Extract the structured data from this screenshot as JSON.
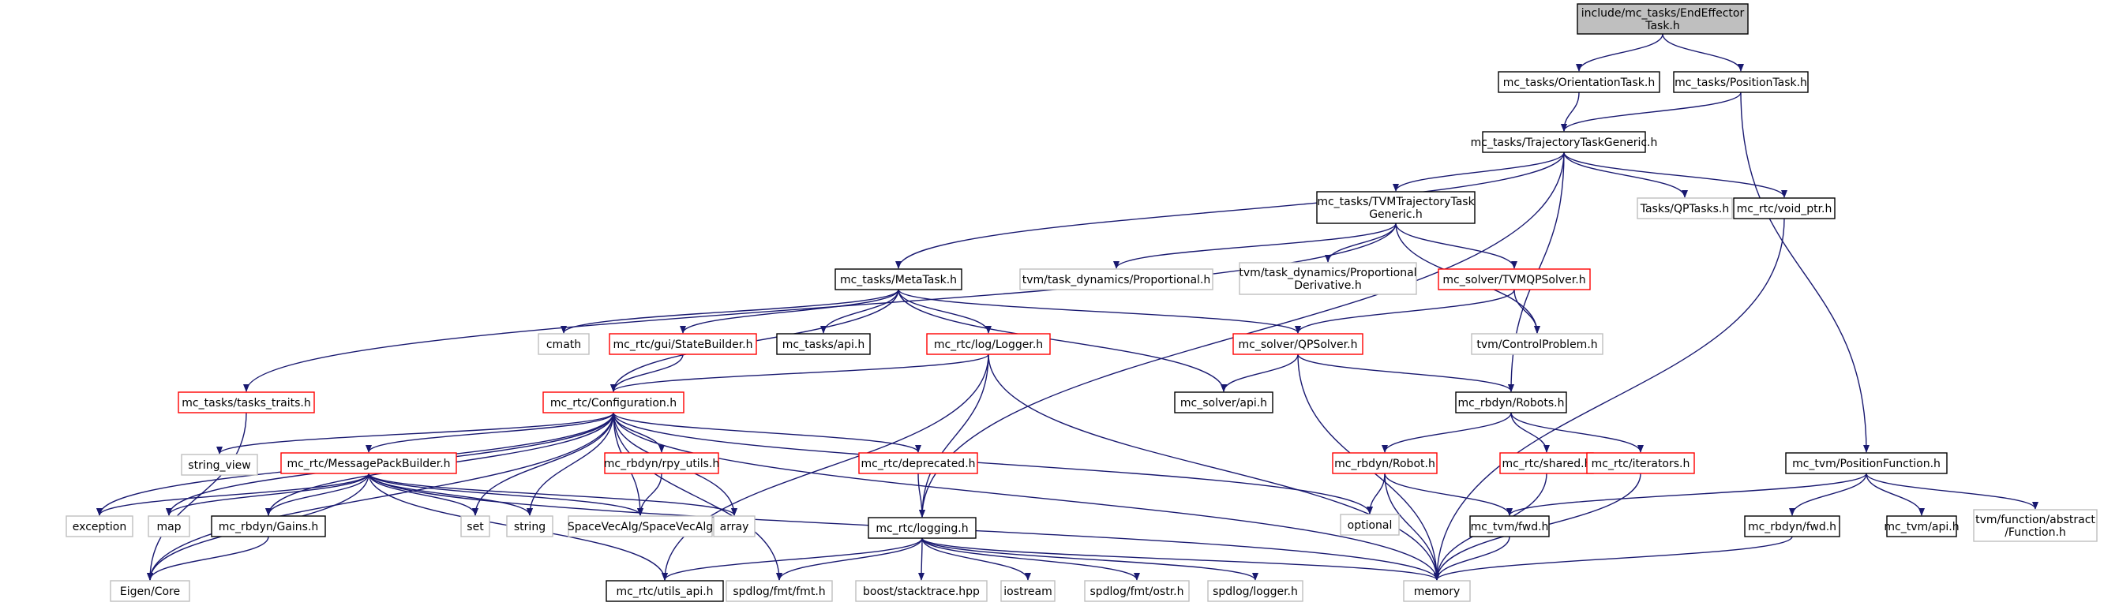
{
  "colors": {
    "edge": "#191970",
    "root_fill": "#bfbfbf",
    "root_border": "#000000",
    "documented_border": "#000000",
    "undocumented_border": "#ff0000",
    "external_border": "#bfbfbf",
    "node_fill": "#ffffff",
    "text": "#000000"
  },
  "nodes": [
    {
      "id": "root",
      "lines": [
        "include/mc_tasks/EndEffector",
        "Task.h"
      ],
      "kind": "root"
    },
    {
      "id": "orient",
      "lines": [
        "mc_tasks/OrientationTask.h"
      ],
      "kind": "doc"
    },
    {
      "id": "pos",
      "lines": [
        "mc_tasks/PositionTask.h"
      ],
      "kind": "doc"
    },
    {
      "id": "traj",
      "lines": [
        "mc_tasks/TrajectoryTaskGeneric.h"
      ],
      "kind": "doc"
    },
    {
      "id": "tvmtraj",
      "lines": [
        "mc_tasks/TVMTrajectoryTask",
        "Generic.h"
      ],
      "kind": "doc"
    },
    {
      "id": "qptasks",
      "lines": [
        "Tasks/QPTasks.h"
      ],
      "kind": "ext"
    },
    {
      "id": "voidptr",
      "lines": [
        "mc_rtc/void_ptr.h"
      ],
      "kind": "doc"
    },
    {
      "id": "metatask",
      "lines": [
        "mc_tasks/MetaTask.h"
      ],
      "kind": "doc"
    },
    {
      "id": "tvmprop",
      "lines": [
        "tvm/task_dynamics/Proportional.h"
      ],
      "kind": "ext"
    },
    {
      "id": "tvmpd",
      "lines": [
        "tvm/task_dynamics/Proportional",
        "Derivative.h"
      ],
      "kind": "ext"
    },
    {
      "id": "tvmqp",
      "lines": [
        "mc_solver/TVMQPSolver.h"
      ],
      "kind": "red"
    },
    {
      "id": "cmath",
      "lines": [
        "cmath"
      ],
      "kind": "ext"
    },
    {
      "id": "statebuilder",
      "lines": [
        "mc_rtc/gui/StateBuilder.h"
      ],
      "kind": "red"
    },
    {
      "id": "tasksapi",
      "lines": [
        "mc_tasks/api.h"
      ],
      "kind": "doc"
    },
    {
      "id": "logger",
      "lines": [
        "mc_rtc/log/Logger.h"
      ],
      "kind": "red"
    },
    {
      "id": "qpsolver",
      "lines": [
        "mc_solver/QPSolver.h"
      ],
      "kind": "red"
    },
    {
      "id": "controlproblem",
      "lines": [
        "tvm/ControlProblem.h"
      ],
      "kind": "ext"
    },
    {
      "id": "taskstraits",
      "lines": [
        "mc_tasks/tasks_traits.h"
      ],
      "kind": "red"
    },
    {
      "id": "config",
      "lines": [
        "mc_rtc/Configuration.h"
      ],
      "kind": "red"
    },
    {
      "id": "solverapi",
      "lines": [
        "mc_solver/api.h"
      ],
      "kind": "doc"
    },
    {
      "id": "robots",
      "lines": [
        "mc_rbdyn/Robots.h"
      ],
      "kind": "doc"
    },
    {
      "id": "stringview",
      "lines": [
        "string_view"
      ],
      "kind": "ext"
    },
    {
      "id": "msgpack",
      "lines": [
        "mc_rtc/MessagePackBuilder.h"
      ],
      "kind": "red"
    },
    {
      "id": "rpyutils",
      "lines": [
        "mc_rbdyn/rpy_utils.h"
      ],
      "kind": "red"
    },
    {
      "id": "deprecated",
      "lines": [
        "mc_rtc/deprecated.h"
      ],
      "kind": "red"
    },
    {
      "id": "robot",
      "lines": [
        "mc_rbdyn/Robot.h"
      ],
      "kind": "red"
    },
    {
      "id": "shared",
      "lines": [
        "mc_rtc/shared.h"
      ],
      "kind": "red"
    },
    {
      "id": "iterators",
      "lines": [
        "mc_rtc/iterators.h"
      ],
      "kind": "red"
    },
    {
      "id": "tvmposfunc",
      "lines": [
        "mc_tvm/PositionFunction.h"
      ],
      "kind": "doc"
    },
    {
      "id": "exception",
      "lines": [
        "exception"
      ],
      "kind": "ext"
    },
    {
      "id": "map",
      "lines": [
        "map"
      ],
      "kind": "ext"
    },
    {
      "id": "gains",
      "lines": [
        "mc_rbdyn/Gains.h"
      ],
      "kind": "doc"
    },
    {
      "id": "set",
      "lines": [
        "set"
      ],
      "kind": "ext"
    },
    {
      "id": "string",
      "lines": [
        "string"
      ],
      "kind": "ext"
    },
    {
      "id": "svva",
      "lines": [
        "SpaceVecAlg/SpaceVecAlg"
      ],
      "kind": "ext"
    },
    {
      "id": "array",
      "lines": [
        "array"
      ],
      "kind": "ext"
    },
    {
      "id": "logging",
      "lines": [
        "mc_rtc/logging.h"
      ],
      "kind": "doc"
    },
    {
      "id": "optional",
      "lines": [
        "optional"
      ],
      "kind": "ext"
    },
    {
      "id": "tvmfwd",
      "lines": [
        "mc_tvm/fwd.h"
      ],
      "kind": "doc"
    },
    {
      "id": "rbdynfwd",
      "lines": [
        "mc_rbdyn/fwd.h"
      ],
      "kind": "doc"
    },
    {
      "id": "tvmapi",
      "lines": [
        "mc_tvm/api.h"
      ],
      "kind": "doc"
    },
    {
      "id": "tvmabsfunc",
      "lines": [
        "tvm/function/abstract",
        "/Function.h"
      ],
      "kind": "ext"
    },
    {
      "id": "eigen",
      "lines": [
        "Eigen/Core"
      ],
      "kind": "ext"
    },
    {
      "id": "utilsapi",
      "lines": [
        "mc_rtc/utils_api.h"
      ],
      "kind": "doc"
    },
    {
      "id": "fmt",
      "lines": [
        "spdlog/fmt/fmt.h"
      ],
      "kind": "ext"
    },
    {
      "id": "stacktrace",
      "lines": [
        "boost/stacktrace.hpp"
      ],
      "kind": "ext"
    },
    {
      "id": "iostream",
      "lines": [
        "iostream"
      ],
      "kind": "ext"
    },
    {
      "id": "ostr",
      "lines": [
        "spdlog/fmt/ostr.h"
      ],
      "kind": "ext"
    },
    {
      "id": "spdlogger",
      "lines": [
        "spdlog/logger.h"
      ],
      "kind": "ext"
    },
    {
      "id": "memory",
      "lines": [
        "memory"
      ],
      "kind": "ext"
    }
  ],
  "edges": [
    [
      "root",
      "orient"
    ],
    [
      "root",
      "pos"
    ],
    [
      "orient",
      "traj"
    ],
    [
      "pos",
      "traj"
    ],
    [
      "pos",
      "tvmposfunc"
    ],
    [
      "traj",
      "tvmtraj"
    ],
    [
      "traj",
      "qptasks"
    ],
    [
      "traj",
      "voidptr"
    ],
    [
      "traj",
      "metatask"
    ],
    [
      "traj",
      "robots"
    ],
    [
      "traj",
      "logging"
    ],
    [
      "tvmtraj",
      "taskstraits"
    ],
    [
      "tvmtraj",
      "tvmprop"
    ],
    [
      "tvmtraj",
      "tvmpd"
    ],
    [
      "tvmtraj",
      "tvmqp"
    ],
    [
      "tvmtraj",
      "controlproblem"
    ],
    [
      "voidptr",
      "memory"
    ],
    [
      "metatask",
      "cmath"
    ],
    [
      "metatask",
      "statebuilder"
    ],
    [
      "metatask",
      "tasksapi"
    ],
    [
      "metatask",
      "logger"
    ],
    [
      "metatask",
      "qpsolver"
    ],
    [
      "metatask",
      "solverapi"
    ],
    [
      "metatask",
      "config"
    ],
    [
      "tvmqp",
      "qpsolver"
    ],
    [
      "tvmqp",
      "controlproblem"
    ],
    [
      "statebuilder",
      "config"
    ],
    [
      "logger",
      "config"
    ],
    [
      "logger",
      "logging"
    ],
    [
      "logger",
      "utilsapi"
    ],
    [
      "logger",
      "memory"
    ],
    [
      "qpsolver",
      "solverapi"
    ],
    [
      "qpsolver",
      "robots"
    ],
    [
      "qpsolver",
      "memory"
    ],
    [
      "taskstraits",
      "eigen"
    ],
    [
      "config",
      "stringview"
    ],
    [
      "config",
      "msgpack"
    ],
    [
      "config",
      "rpyutils"
    ],
    [
      "config",
      "deprecated"
    ],
    [
      "config",
      "exception"
    ],
    [
      "config",
      "map"
    ],
    [
      "config",
      "gains"
    ],
    [
      "config",
      "set"
    ],
    [
      "config",
      "string"
    ],
    [
      "config",
      "svva"
    ],
    [
      "config",
      "array"
    ],
    [
      "config",
      "optional"
    ],
    [
      "config",
      "memory"
    ],
    [
      "config",
      "eigen"
    ],
    [
      "config",
      "fmt"
    ],
    [
      "robots",
      "robot"
    ],
    [
      "robots",
      "shared"
    ],
    [
      "robots",
      "iterators"
    ],
    [
      "msgpack",
      "exception"
    ],
    [
      "msgpack",
      "map"
    ],
    [
      "msgpack",
      "gains"
    ],
    [
      "msgpack",
      "set"
    ],
    [
      "msgpack",
      "string"
    ],
    [
      "msgpack",
      "svva"
    ],
    [
      "msgpack",
      "array"
    ],
    [
      "msgpack",
      "eigen"
    ],
    [
      "msgpack",
      "utilsapi"
    ],
    [
      "msgpack",
      "memory"
    ],
    [
      "rpyutils",
      "svva"
    ],
    [
      "deprecated",
      "logging"
    ],
    [
      "robot",
      "optional"
    ],
    [
      "robot",
      "tvmfwd"
    ],
    [
      "robot",
      "memory"
    ],
    [
      "shared",
      "memory"
    ],
    [
      "iterators",
      "memory"
    ],
    [
      "tvmposfunc",
      "tvmfwd"
    ],
    [
      "tvmposfunc",
      "rbdynfwd"
    ],
    [
      "tvmposfunc",
      "tvmapi"
    ],
    [
      "tvmposfunc",
      "tvmabsfunc"
    ],
    [
      "gains",
      "eigen"
    ],
    [
      "logging",
      "utilsapi"
    ],
    [
      "logging",
      "fmt"
    ],
    [
      "logging",
      "stacktrace"
    ],
    [
      "logging",
      "iostream"
    ],
    [
      "logging",
      "ostr"
    ],
    [
      "logging",
      "spdlogger"
    ],
    [
      "logging",
      "memory"
    ],
    [
      "tvmfwd",
      "memory"
    ],
    [
      "rbdynfwd",
      "memory"
    ]
  ]
}
